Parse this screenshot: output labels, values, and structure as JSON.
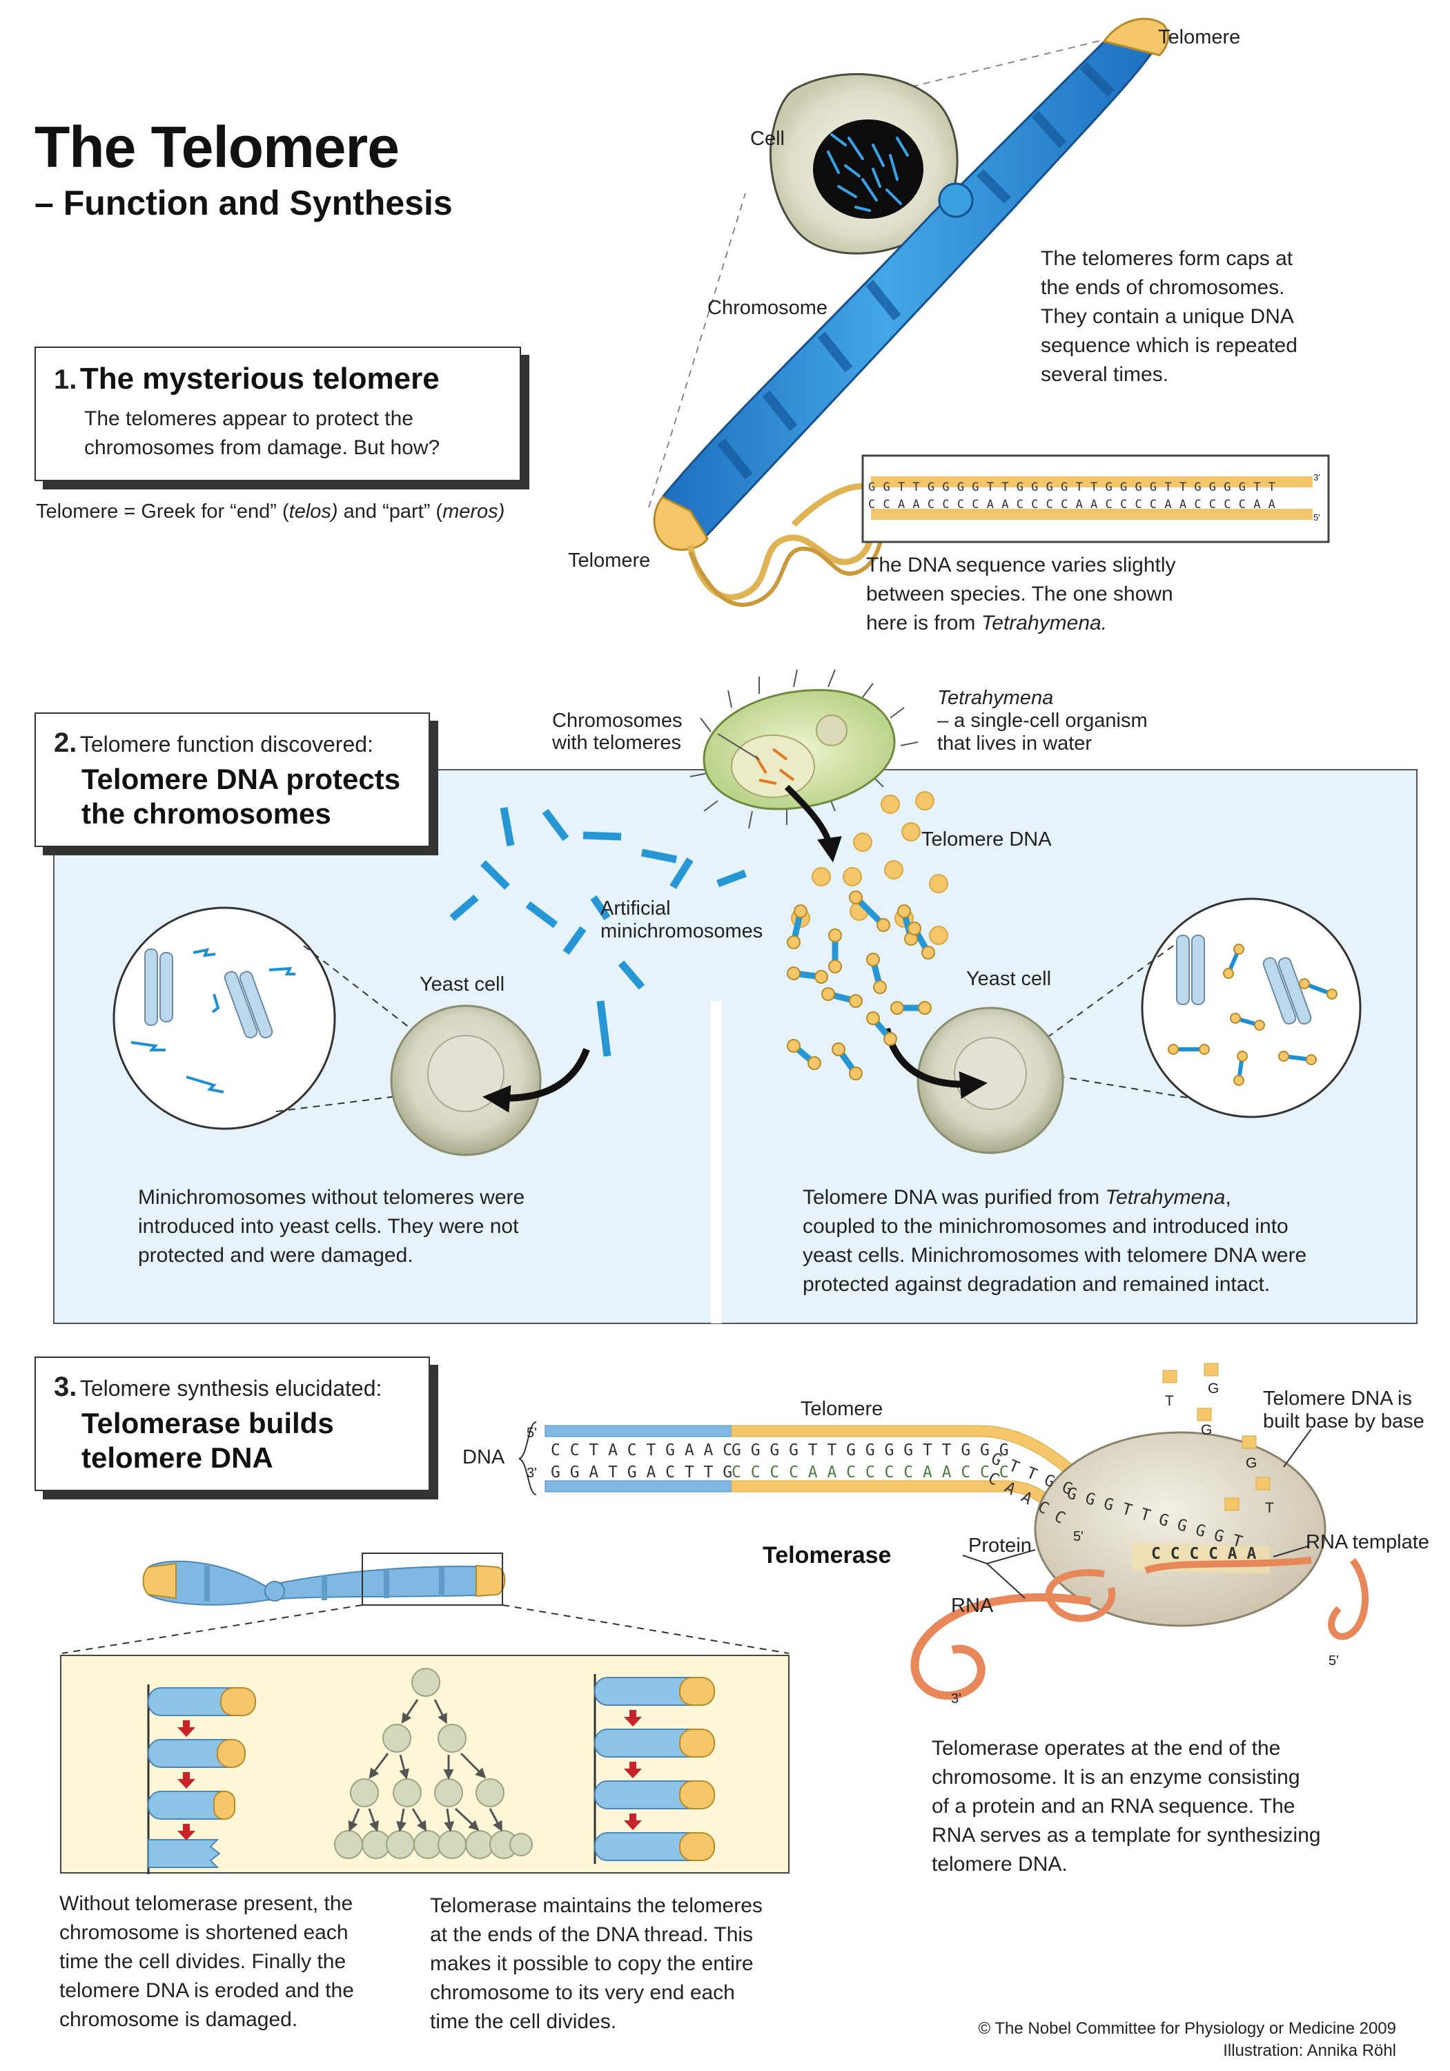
{
  "header": {
    "title": "The Telomere",
    "subtitle": "– Function and Synthesis"
  },
  "section1": {
    "number": "1.",
    "heading": "The mysterious telomere",
    "text_line1": "The telomeres appear to protect the",
    "text_line2": "chromosomes from damage. But how?",
    "greek_a": "Telomere = Greek for “end” (",
    "greek_telos": "telos)",
    "greek_b": " and “part” (",
    "greek_meros": "meros)",
    "label_cell": "Cell",
    "label_chromosome": "Chromosome",
    "label_telomere_top": "Telomere",
    "label_telomere_bottom": "Telomere",
    "caps_text": [
      "The telomeres form caps at",
      "the ends of chromosomes.",
      "They contain a unique DNA",
      "sequence which is repeated",
      "several times."
    ],
    "seq_top": "G G T T G G G G T T G G G G T T G G G G T T G G G G T T",
    "seq_bottom": "C C A A C C C C A A C C C C A A C C C C A A C C C C A A",
    "end_3": "3'",
    "end_5": "5'",
    "species_text_l1": "The DNA sequence varies slightly",
    "species_text_l2": "between species. The one shown",
    "species_text_l3a": "here is from ",
    "species_text_l3b": "Tetrahymena."
  },
  "section2": {
    "number": "2.",
    "sub": "Telomere function discovered:",
    "heading_l1": "Telomere DNA protects",
    "heading_l2": "the chromosomes",
    "label_chromosomes_l1": "Chromosomes",
    "label_chromosomes_l2": "with telomeres",
    "tetra_name": "Tetrahymena",
    "tetra_l2": "– a single-cell organism",
    "tetra_l3": "that lives in water",
    "label_telomere_dna": "Telomere DNA",
    "label_artificial_l1": "Artificial",
    "label_artificial_l2": "minichromosomes",
    "label_yeast_left": "Yeast cell",
    "label_yeast_right": "Yeast cell",
    "left_text": [
      "Minichromosomes without telomeres were",
      "introduced into yeast cells. They were not",
      "protected and were damaged."
    ],
    "right_l1a": "Telomere DNA was purified from ",
    "right_l1b": "Tetrahymena",
    "right_l1c": ",",
    "right_text": [
      "coupled to the minichromosomes and introduced into",
      "yeast cells. Minichromosomes with telomere DNA were",
      "protected against degradation and remained intact."
    ]
  },
  "section3": {
    "number": "3.",
    "sub": "Telomere synthesis elucidated:",
    "heading_l1": "Telomerase builds",
    "heading_l2": "telomere DNA",
    "label_telomere": "Telomere",
    "label_dna": "DNA",
    "end5_top": "5'",
    "end3_bottom": "3'",
    "seq_top_left": "C C T A C T G A A C",
    "seq_top_right": "G G G G T T G G G G T T G G G",
    "seq_top_curve": "G T T G G",
    "seq_bottom_left": "G G A T G A C T T G",
    "seq_bottom_right": "C C C C A A C C C C A A C C C",
    "seq_bottom_curve": "C A A C C",
    "seq_bottom_lower": "G G G T T G G G G T",
    "end5_enzyme": "5'",
    "rna_template_seq": "C C C C A A",
    "free_bases": [
      "T",
      "G",
      "G",
      "G",
      "T"
    ],
    "label_telomere_dna_built_l1": "Telomere DNA is",
    "label_telomere_dna_built_l2": "built base by base",
    "label_rna_template": "RNA template",
    "label_telomerase": "Telomerase",
    "label_protein": "Protein",
    "label_rna": "RNA",
    "rna_end_5": "5'",
    "rna_end_3": "3'",
    "enzyme_text": [
      "Telomerase operates at the end of the",
      "chromosome. It is an enzyme consisting",
      "of a protein and an RNA sequence. The",
      "RNA serves as a template for synthesizing",
      "telomere DNA."
    ],
    "left_text": [
      "Without telomerase present, the",
      "chromosome is shortened each",
      "time the cell divides. Finally the",
      "telomere DNA is eroded and the",
      "chromosome is damaged."
    ],
    "right_text": [
      "Telomerase maintains the telomeres",
      "at the ends of the DNA thread. This",
      "makes it possible to copy the entire",
      "chromosome to its very end each",
      "time the cell divides."
    ]
  },
  "footer": {
    "copyright": "© The Nobel Committee for Physiology or Medicine 2009",
    "illustration": "Illustration: Annika Röhl"
  },
  "colors": {
    "chromosome_blue": "#2b8fd6",
    "chromosome_dark": "#1a5fa8",
    "telomere_yellow": "#f5c76a",
    "panel_blue": "#e7f3fa",
    "panel_yellow": "#fdf7d8",
    "arrow_red": "#c8232a",
    "rna_orange": "#e8875a"
  },
  "icons": [
    "cell-icon",
    "chromosome-icon",
    "dna-helix-icon",
    "tetrahymena-icon",
    "yeast-cell-icon",
    "magnifier-circle-icon",
    "telomerase-enzyme-icon",
    "cell-division-tree-icon"
  ]
}
